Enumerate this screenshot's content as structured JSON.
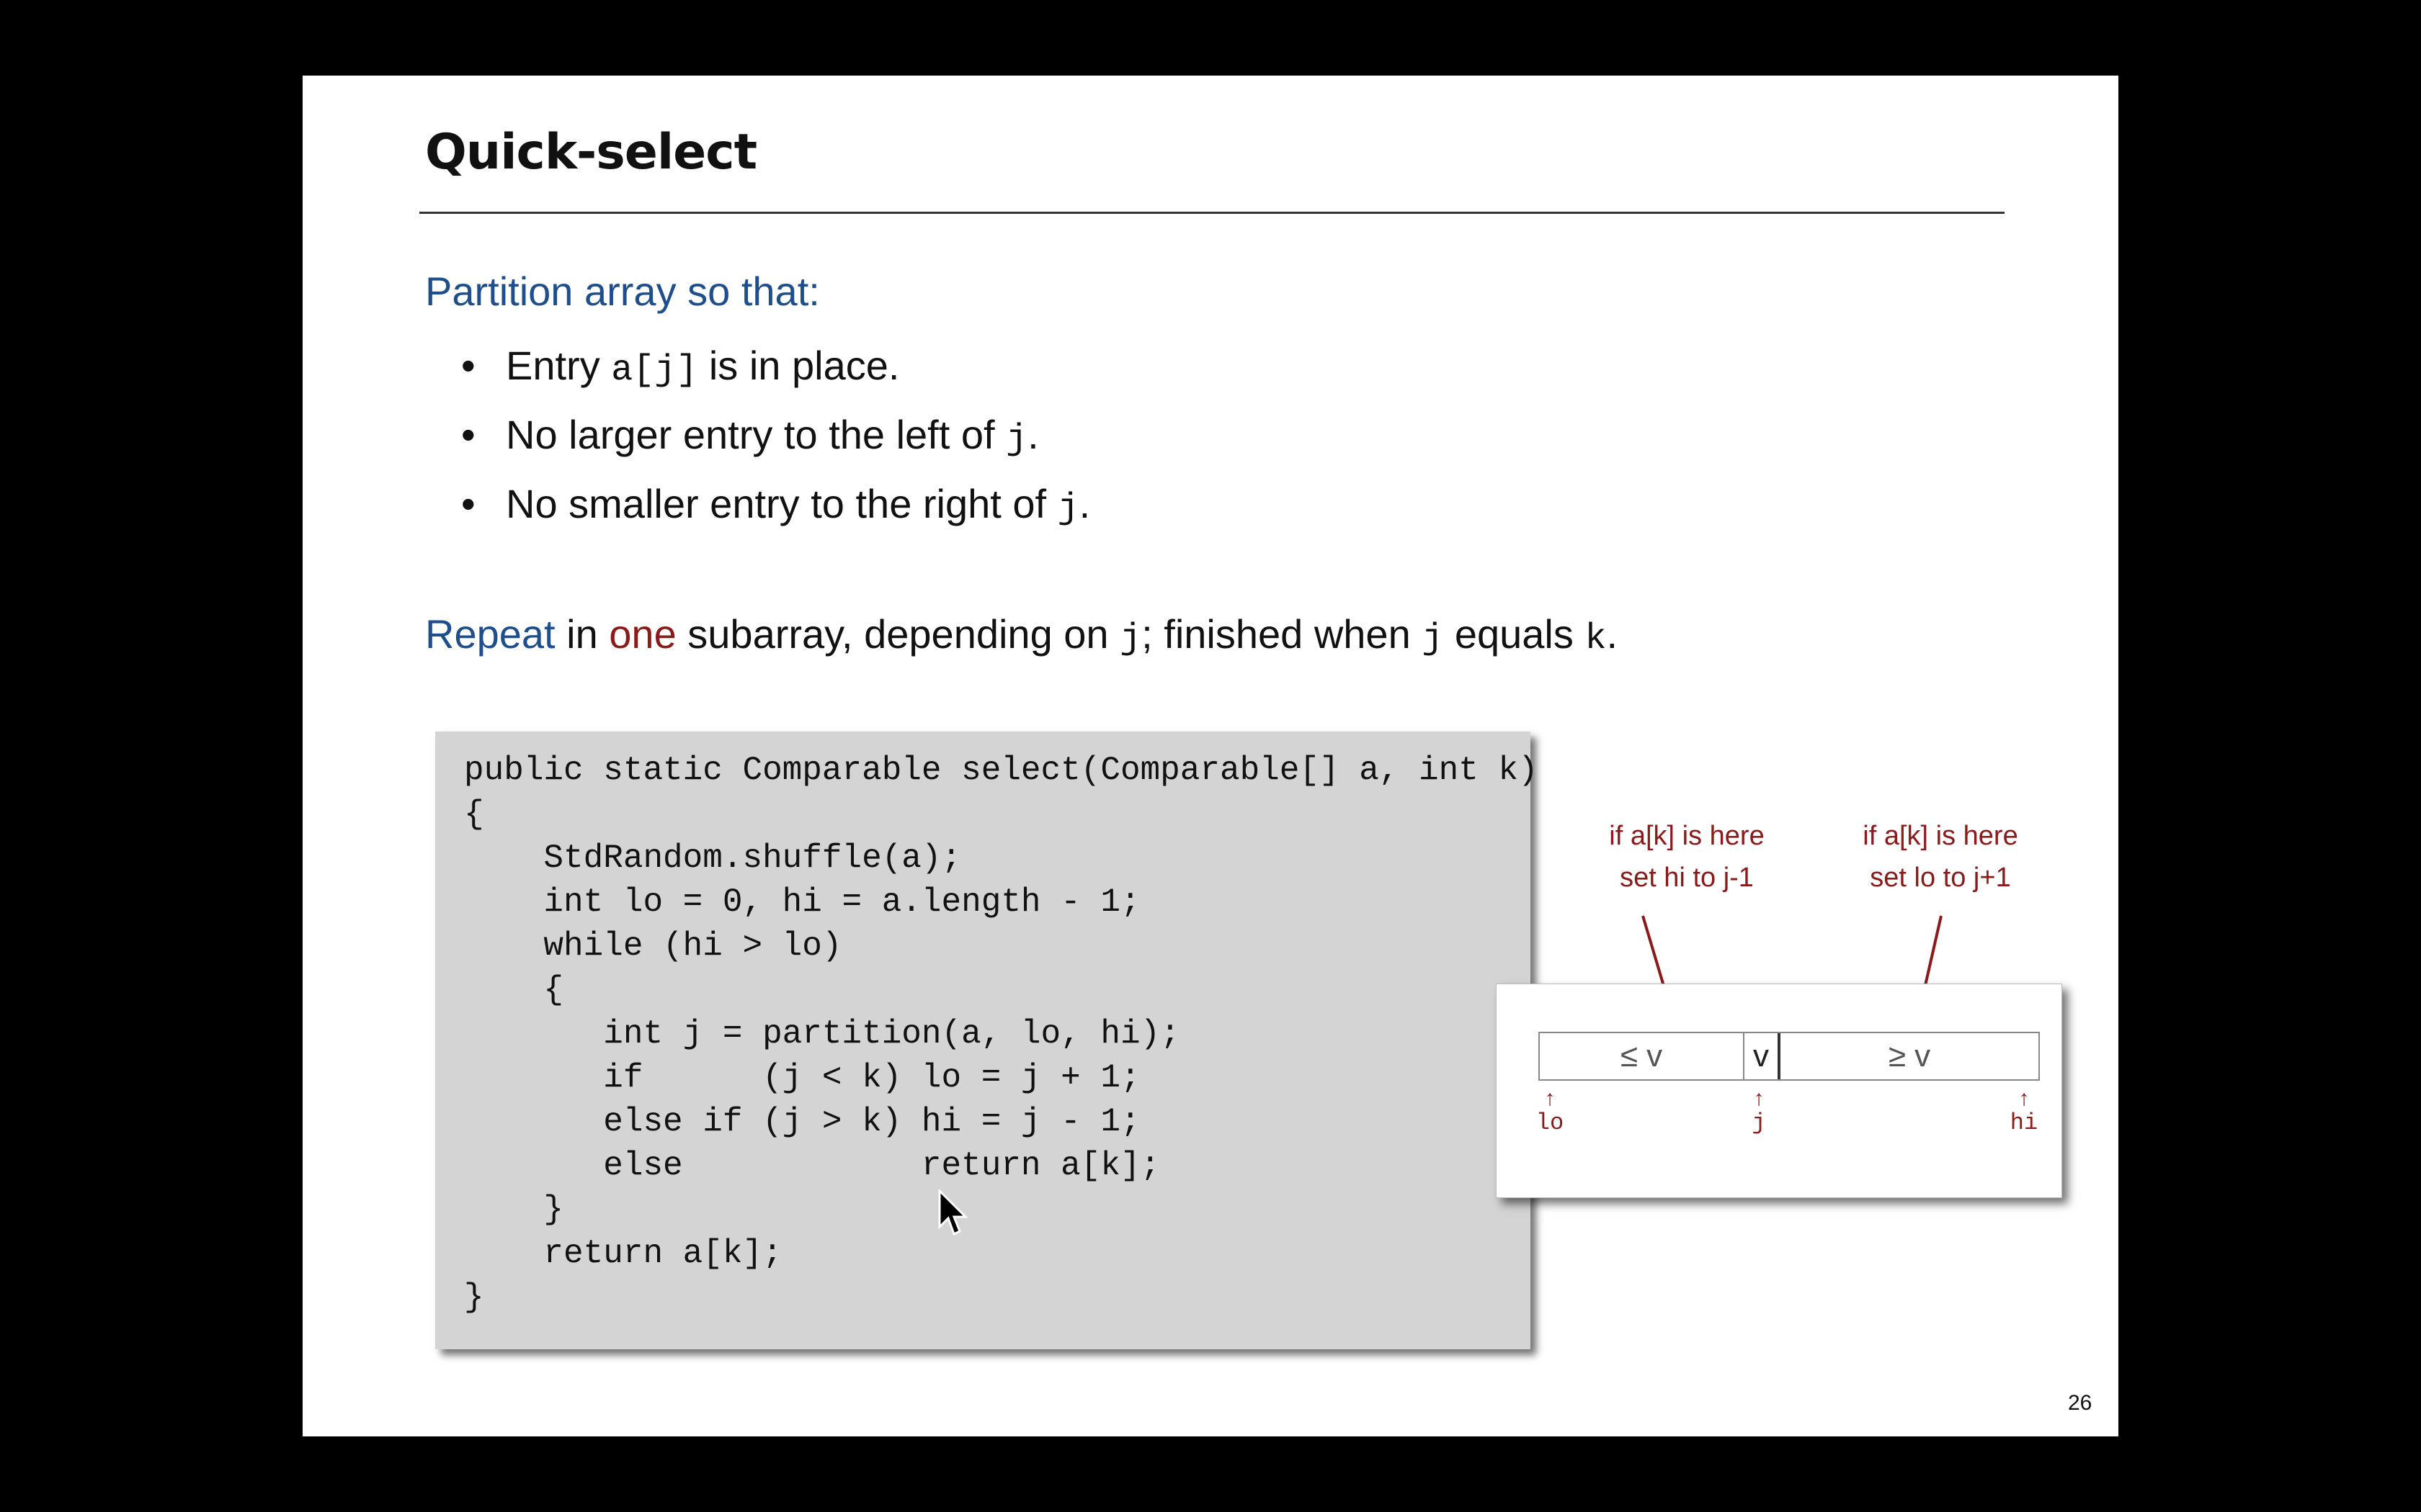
{
  "slide": {
    "title": "Quick-select",
    "intro": "Partition array so that:",
    "bullets": [
      {
        "pre": "Entry ",
        "code": "a[j]",
        "post": " is in place."
      },
      {
        "pre": "No larger entry to the left of ",
        "code": "j",
        "post": "."
      },
      {
        "pre": "No smaller entry to the right of ",
        "code": "j",
        "post": "."
      }
    ],
    "bullet_symbol": "•",
    "repeat": {
      "w1": "Repeat",
      "w2": " in ",
      "w3": "one",
      "w4": " subarray, depending on ",
      "c1": "j",
      "w5": "; finished when ",
      "c2": "j",
      "w6": " equals ",
      "c3": "k",
      "w7": "."
    },
    "code": "public static Comparable select(Comparable[] a, int k)\n{\n    StdRandom.shuffle(a);\n    int lo = 0, hi = a.length - 1;\n    while (hi > lo)\n    {\n       int j = partition(a, lo, hi);\n       if      (j < k) lo = j + 1;\n       else if (j > k) hi = j - 1;\n       else            return a[k];\n    }\n    return a[k];\n}",
    "diagram": {
      "note_left_line1": "if a[k] is here",
      "note_left_line2": "set hi to j-1",
      "note_right_line1": "if a[k] is here",
      "note_right_line2": "set lo to j+1",
      "seg_left": "≤ v",
      "seg_mid": "v",
      "seg_right": "≥ v",
      "ptr_lo": "lo",
      "ptr_j": "j",
      "ptr_hi": "hi",
      "up_arrow": "↑"
    },
    "page_number": "26"
  },
  "colors": {
    "accent_blue": "#1f4e8c",
    "accent_red": "#8b1a1a",
    "code_background": "#d4d4d4"
  }
}
